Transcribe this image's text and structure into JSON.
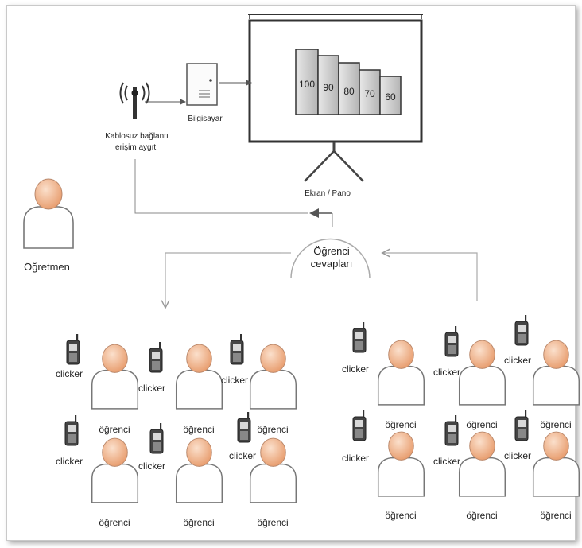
{
  "screen": {
    "label": "Ekran / Pano",
    "bars": [
      "100",
      "90",
      "80",
      "70",
      "60"
    ]
  },
  "computer": {
    "label": "Bilgisayar"
  },
  "access_point": {
    "label_line1": "Kablosuz bağlantı",
    "label_line2": "erişim aygıtı"
  },
  "teacher": {
    "label": "Öğretmen"
  },
  "answers": {
    "label_line1": "Öğrenci",
    "label_line2": "cevapları"
  },
  "clicker_label": "clicker",
  "student_label": "öğrenci",
  "colors": {
    "head": "#f0b48c",
    "body": "#ffffff",
    "stroke": "#666666",
    "bar": "#c8c8c8",
    "line": "#808080"
  }
}
